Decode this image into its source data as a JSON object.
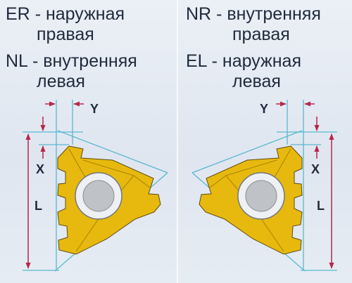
{
  "left_panel": {
    "caption_1": {
      "code": "ER",
      "sep": "-",
      "line1": "наружная",
      "line2": "правая"
    },
    "caption_2": {
      "code": "NL",
      "sep": "-",
      "line1": "внутренняя",
      "line2": "левая"
    },
    "dims": {
      "y": "Y",
      "x": "X",
      "l": "L"
    }
  },
  "right_panel": {
    "caption_1": {
      "code": "NR",
      "sep": "-",
      "line1": "внутренняя",
      "line2": "правая"
    },
    "caption_2": {
      "code": "EL",
      "sep": "-",
      "line1": "наружная",
      "line2": "левая"
    },
    "dims": {
      "y": "Y",
      "x": "X",
      "l": "L"
    }
  },
  "colors": {
    "insert_fill": "#e7b90e",
    "insert_edge": "#d9a504",
    "insert_outline": "#5e4a12",
    "ring": "#eef0f3",
    "ring_edge": "#707780",
    "hole": "#bfc3c8",
    "dimension_line": "#b8264a",
    "extension_line": "#59b8cf",
    "text": "#1f2a3d"
  }
}
